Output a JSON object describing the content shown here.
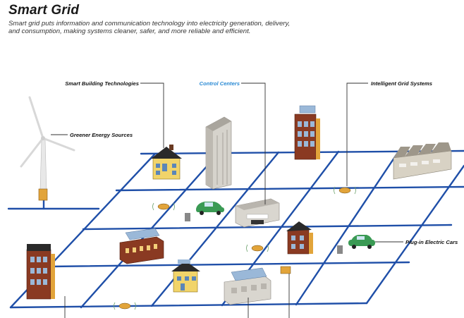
{
  "header": {
    "title": "Smart Grid",
    "subtitle_line1": "Smart grid puts information and communication technology into electricity generation, delivery,",
    "subtitle_line2": "and consumption, making systems cleaner, safer, and more reliable and efficient."
  },
  "labels": {
    "smart_building": "Smart Building Technologies",
    "control_centers": "Control Centers",
    "intelligent_grid": "Intelligent Grid Systems",
    "greener_energy": "Greener Energy Sources",
    "plugin_cars": "Plug-in Electric Cars"
  },
  "colors": {
    "grid_line": "#1f4fa8",
    "control_label": "#2a8ad4",
    "brick": "#8a3a22",
    "yellow_house": "#f1d46a",
    "car_green": "#3a9a54"
  }
}
